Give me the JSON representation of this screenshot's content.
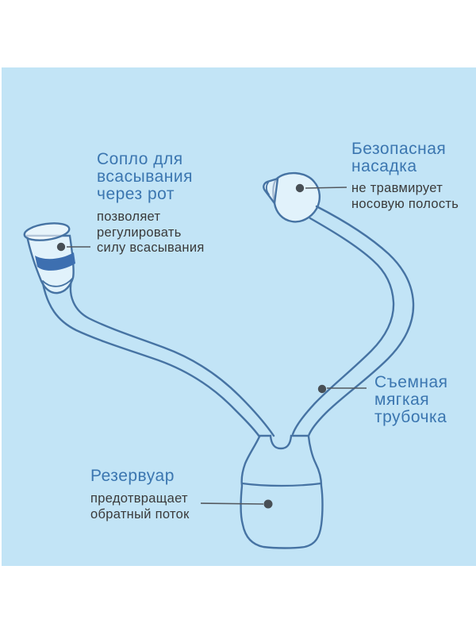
{
  "colors": {
    "panel_bg": "#c2e4f6",
    "heading": "#3b76b0",
    "note": "#3a3a3a",
    "outline": "#4673a3",
    "band": "#3d6fb0",
    "callout": "#53585e",
    "dot": "#484f55",
    "rigid_fill": "rgba(255,255,255,0.5)"
  },
  "labels": {
    "mouthpiece": {
      "title": [
        "Сопло для",
        "всасывания",
        "через рот"
      ],
      "note": [
        "позволяет",
        "регулировать",
        "силу всасывания"
      ]
    },
    "nozzle": {
      "title": [
        "Безопасная",
        "насадка"
      ],
      "note": [
        "не травмирует",
        "носовую полость"
      ]
    },
    "tube": {
      "title": [
        "Съемная",
        "мягкая",
        "трубочка"
      ]
    },
    "reservoir": {
      "title": [
        "Резервуар"
      ],
      "note": [
        "предотвращает",
        "обратный поток"
      ]
    }
  }
}
